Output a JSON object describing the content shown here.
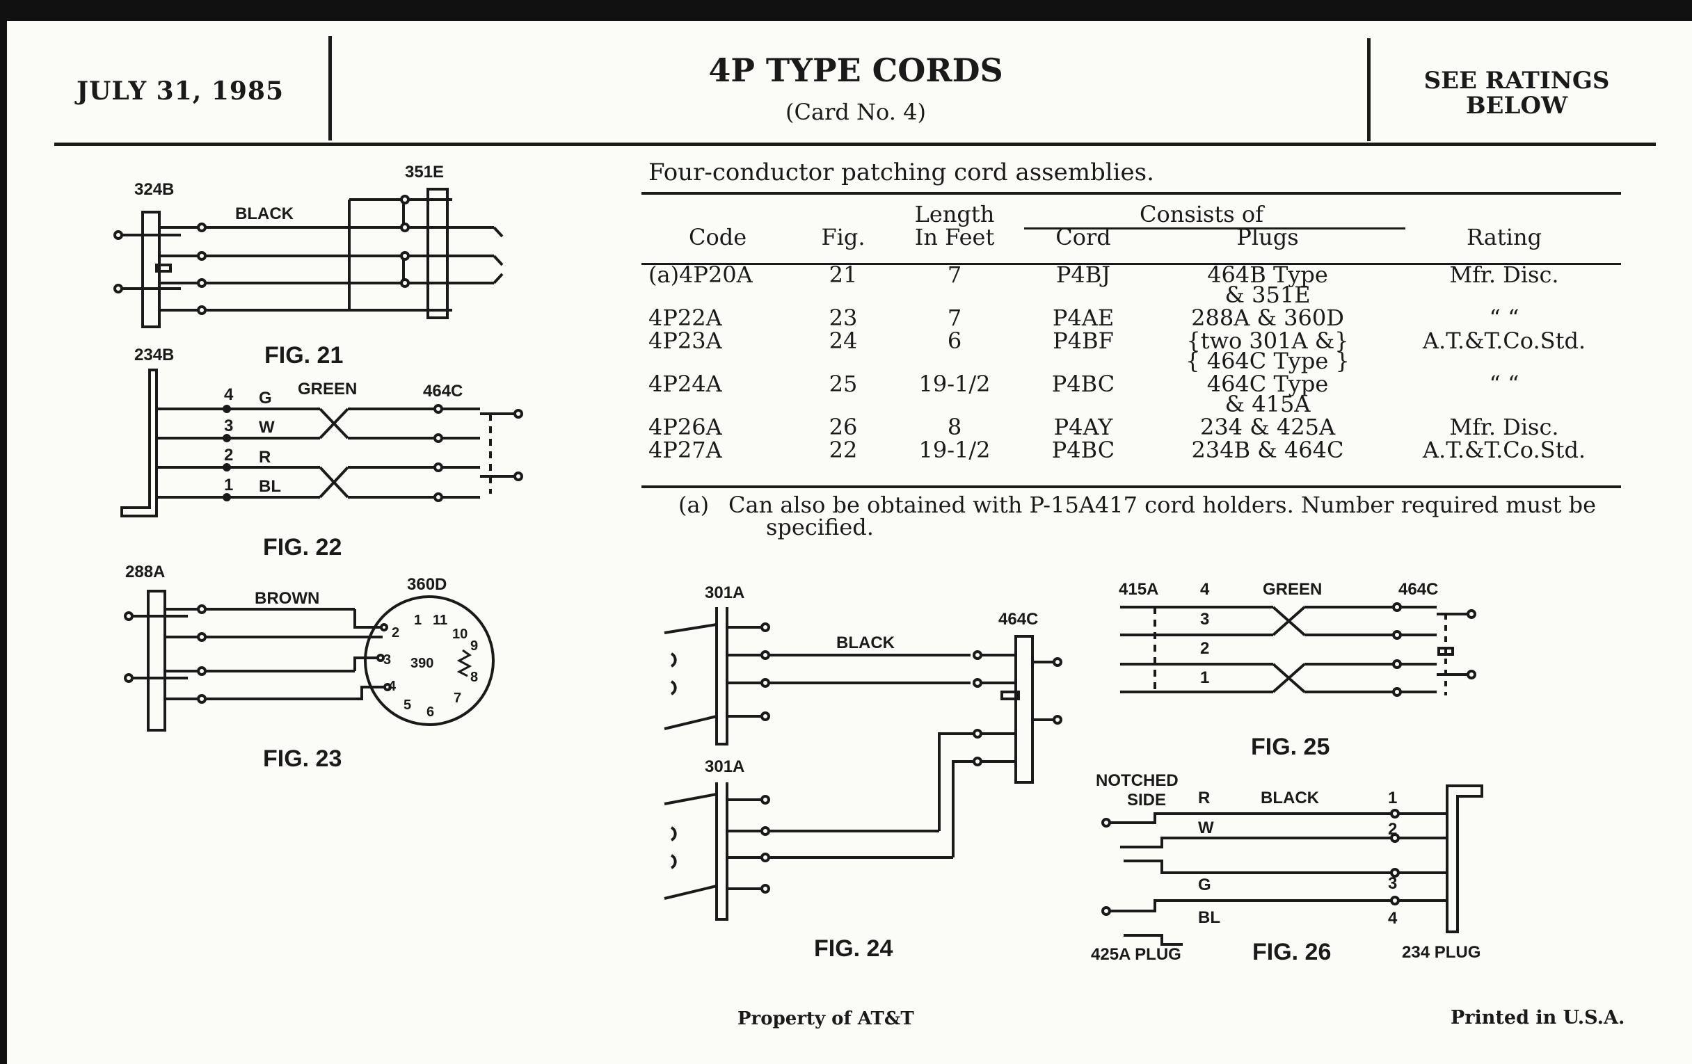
{
  "header": {
    "date": "JULY 31, 1985",
    "title": "4P TYPE CORDS",
    "subtitle": "(Card No. 4)",
    "ratings_line1": "SEE RATINGS",
    "ratings_line2": "BELOW"
  },
  "description": "Four-conductor patching cord assemblies.",
  "table": {
    "headers": {
      "code": "Code",
      "fig": "Fig.",
      "length_1": "Length",
      "length_2": "In Feet",
      "consists_of": "Consists of",
      "cord": "Cord",
      "plugs": "Plugs",
      "rating": "Rating"
    },
    "rows": [
      {
        "code": "(a)4P20A",
        "fig": "21",
        "length": "7",
        "cord": "P4BJ",
        "plugs_1": "464B Type",
        "plugs_2": "& 351E",
        "rating": "Mfr. Disc."
      },
      {
        "code": "4P22A",
        "fig": "23",
        "length": "7",
        "cord": "P4AE",
        "plugs_1": "288A & 360D",
        "plugs_2": "",
        "rating": "“          “"
      },
      {
        "code": "4P23A",
        "fig": "24",
        "length": "6",
        "cord": "P4BF",
        "plugs_1": "{two 301A &}",
        "plugs_2": "{ 464C Type }",
        "rating": "A.T.&T.Co.Std."
      },
      {
        "code": "4P24A",
        "fig": "25",
        "length": "19-1/2",
        "cord": "P4BC",
        "plugs_1": "464C Type",
        "plugs_2": "& 415A",
        "rating": "“          “"
      },
      {
        "code": "4P26A",
        "fig": "26",
        "length": "8",
        "cord": "P4AY",
        "plugs_1": "234 & 425A",
        "plugs_2": "",
        "rating": "Mfr. Disc."
      },
      {
        "code": "4P27A",
        "fig": "22",
        "length": "19-1/2",
        "cord": "P4BC",
        "plugs_1": "234B & 464C",
        "plugs_2": "",
        "rating": "A.T.&T.Co.Std."
      }
    ]
  },
  "note": {
    "label": "(a)",
    "text_1": "Can also be obtained with P-15A417 cord holders. Number required must be",
    "text_2": "specified."
  },
  "figures": {
    "fig21": {
      "caption": "FIG. 21",
      "left_plug": "324B",
      "right_plug": "351E",
      "wire": "BLACK"
    },
    "fig22": {
      "caption": "FIG. 22",
      "left_plug": "234B",
      "right_plug": "464C",
      "wire": "GREEN",
      "pins": [
        "4",
        "3",
        "2",
        "1"
      ],
      "colors": [
        "G",
        "W",
        "R",
        "BL"
      ]
    },
    "fig23": {
      "caption": "FIG. 23",
      "left_plug": "288A",
      "right_plug": "360D",
      "wire": "BROWN",
      "center": "390",
      "pins": [
        "1",
        "2",
        "3",
        "4",
        "5",
        "6",
        "7",
        "8",
        "9",
        "10",
        "11"
      ]
    },
    "fig24": {
      "caption": "FIG. 24",
      "top_plug": "301A",
      "bottom_plug": "301A",
      "right_plug": "464C",
      "wire": "BLACK"
    },
    "fig25": {
      "caption": "FIG. 25",
      "left_plug": "415A",
      "right_plug": "464C",
      "wire": "GREEN",
      "pins": [
        "4",
        "3",
        "2",
        "1"
      ]
    },
    "fig26": {
      "caption": "FIG. 26",
      "notched_1": "NOTCHED",
      "notched_2": "SIDE",
      "wire": "BLACK",
      "colors": [
        "R",
        "W",
        "G",
        "BL"
      ],
      "pins": [
        "1",
        "2",
        "3",
        "4"
      ],
      "left_plug": "425A PLUG",
      "right_plug": "234 PLUG"
    }
  },
  "footer": {
    "left": "Property of AT&T",
    "right": "Printed in U.S.A."
  }
}
